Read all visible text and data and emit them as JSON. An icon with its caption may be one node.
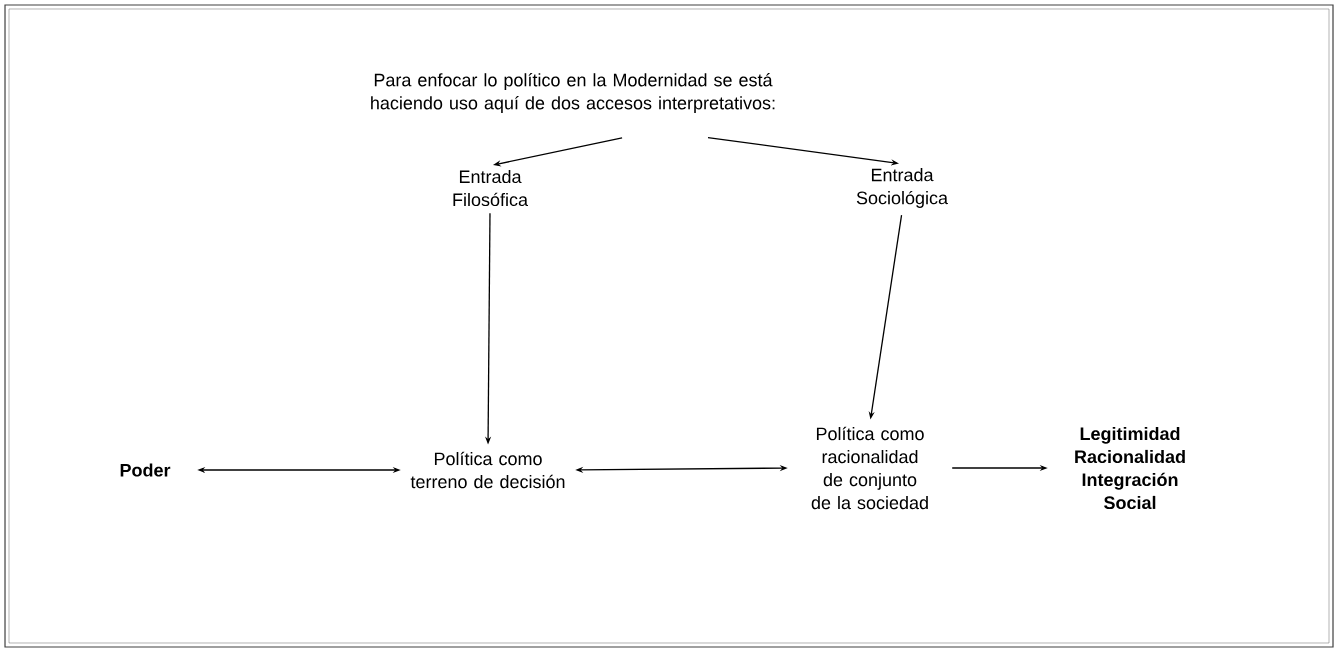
{
  "diagram": {
    "nodes": [
      {
        "text": [
          "Para enfocar lo político en la Modernidad se está haciendo uso aquí de dos accesos interpretativos:"
        ]
      },
      {
        "text": [
          "Entrada Filosófica"
        ]
      },
      {
        "text": [
          "Entrada Sociológica"
        ]
      },
      {
        "text": [
          "Poder"
        ]
      },
      {
        "text": [
          "Política como terreno de decisión"
        ]
      },
      {
        "text": [
          "Política como racionalidad de conjunto de la sociedad"
        ]
      },
      {
        "text": [
          "Legitimidad Racionalidad Integración Social"
        ]
      }
    ],
    "edges": [
      {
        "from": 0,
        "to": 1,
        "arrow": "to"
      },
      {
        "from": 0,
        "to": 2,
        "arrow": "to"
      },
      {
        "from": 1,
        "to": 4,
        "arrow": "to"
      },
      {
        "from": 2,
        "to": 5,
        "arrow": "to"
      },
      {
        "from": 3,
        "to": 4,
        "arrow": "both"
      },
      {
        "from": 4,
        "to": 5,
        "arrow": "both"
      },
      {
        "from": 5,
        "to": 6,
        "arrow": "to"
      }
    ]
  }
}
